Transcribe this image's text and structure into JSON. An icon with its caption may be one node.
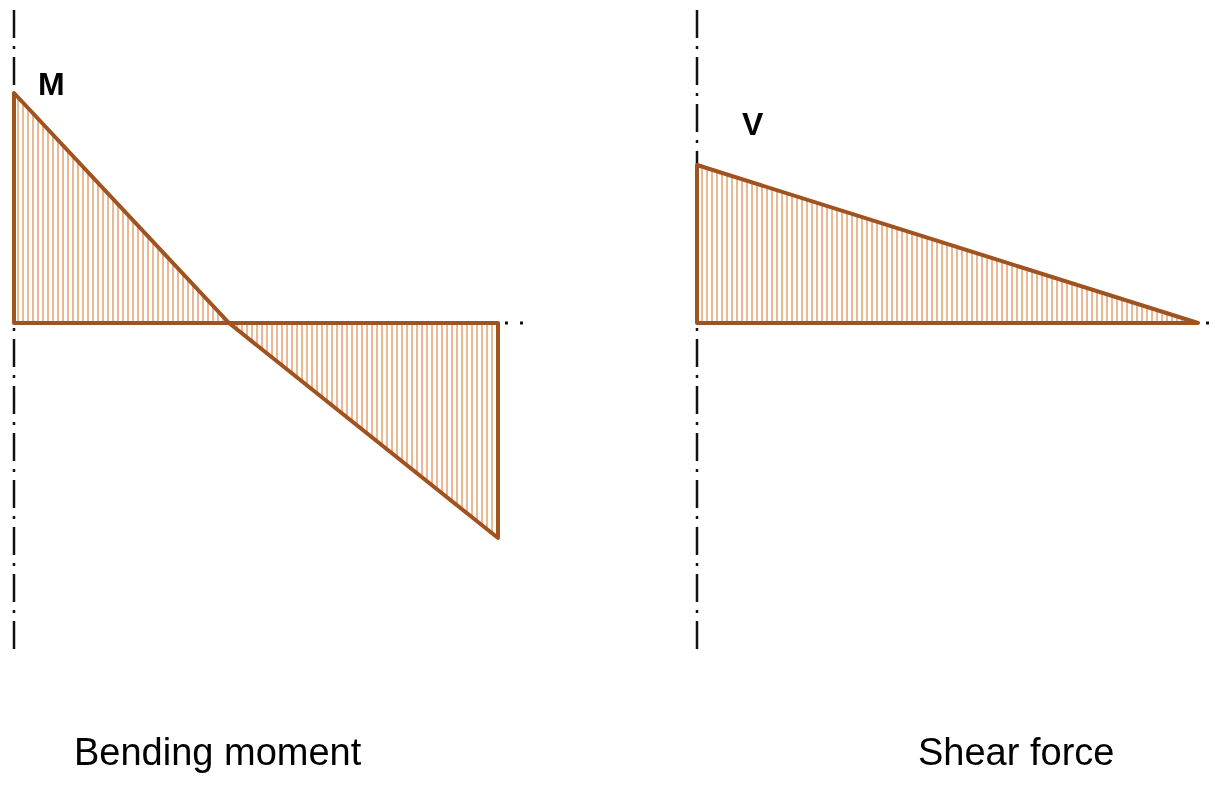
{
  "diagram": {
    "labels": [
      "M",
      "V",
      "Bending moment",
      "Shear force"
    ]
  }
}
